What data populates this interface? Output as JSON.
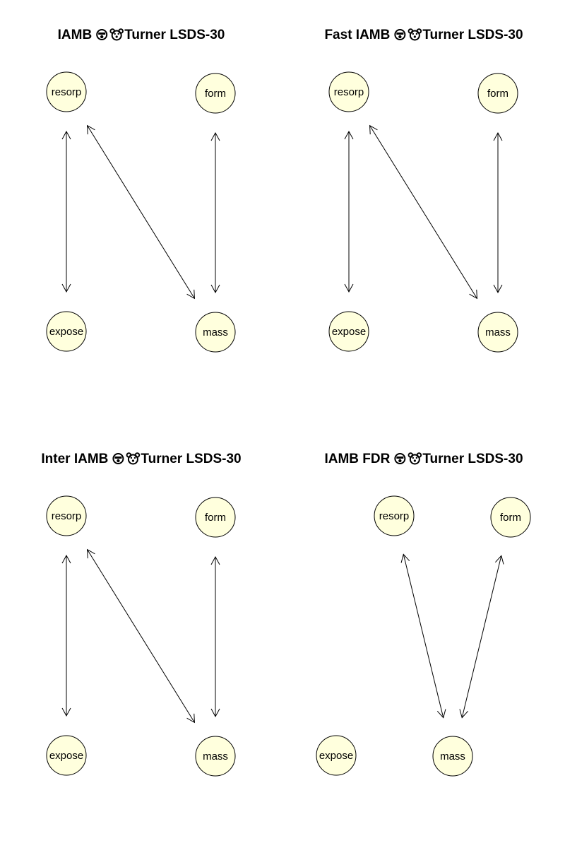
{
  "panels": [
    {
      "title": "IAMB",
      "title_suffix": "Turner LSDS-30",
      "title_icons": [
        "face-icon",
        "bear-face-icon"
      ],
      "nodes": [
        {
          "id": "resorp",
          "label": "resorp"
        },
        {
          "id": "form",
          "label": "form"
        },
        {
          "id": "expose",
          "label": "expose"
        },
        {
          "id": "mass",
          "label": "mass"
        }
      ],
      "edges": [
        {
          "from": "resorp",
          "to": "expose",
          "directed": "both"
        },
        {
          "from": "resorp",
          "to": "mass",
          "directed": "both"
        },
        {
          "from": "form",
          "to": "mass",
          "directed": "both"
        }
      ]
    },
    {
      "title": "Fast IAMB",
      "title_suffix": "Turner LSDS-30",
      "title_icons": [
        "face-icon",
        "bear-face-icon"
      ],
      "nodes": [
        {
          "id": "resorp",
          "label": "resorp"
        },
        {
          "id": "form",
          "label": "form"
        },
        {
          "id": "expose",
          "label": "expose"
        },
        {
          "id": "mass",
          "label": "mass"
        }
      ],
      "edges": [
        {
          "from": "resorp",
          "to": "expose",
          "directed": "both"
        },
        {
          "from": "resorp",
          "to": "mass",
          "directed": "both"
        },
        {
          "from": "form",
          "to": "mass",
          "directed": "both"
        }
      ]
    },
    {
      "title": "Inter IAMB",
      "title_suffix": "Turner LSDS-30",
      "title_icons": [
        "face-icon",
        "bear-face-icon"
      ],
      "nodes": [
        {
          "id": "resorp",
          "label": "resorp"
        },
        {
          "id": "form",
          "label": "form"
        },
        {
          "id": "expose",
          "label": "expose"
        },
        {
          "id": "mass",
          "label": "mass"
        }
      ],
      "edges": [
        {
          "from": "resorp",
          "to": "expose",
          "directed": "both"
        },
        {
          "from": "resorp",
          "to": "mass",
          "directed": "both"
        },
        {
          "from": "form",
          "to": "mass",
          "directed": "both"
        }
      ]
    },
    {
      "title": "IAMB FDR",
      "title_suffix": "Turner LSDS-30",
      "title_icons": [
        "face-icon",
        "bear-face-icon"
      ],
      "nodes": [
        {
          "id": "resorp",
          "label": "resorp"
        },
        {
          "id": "form",
          "label": "form"
        },
        {
          "id": "expose",
          "label": "expose"
        },
        {
          "id": "mass",
          "label": "mass"
        }
      ],
      "edges": [
        {
          "from": "resorp",
          "to": "mass",
          "directed": "both"
        },
        {
          "from": "form",
          "to": "mass",
          "directed": "both"
        }
      ]
    }
  ],
  "colors": {
    "node_fill": "#ffffdd",
    "node_stroke": "#000000",
    "edge": "#000000"
  }
}
